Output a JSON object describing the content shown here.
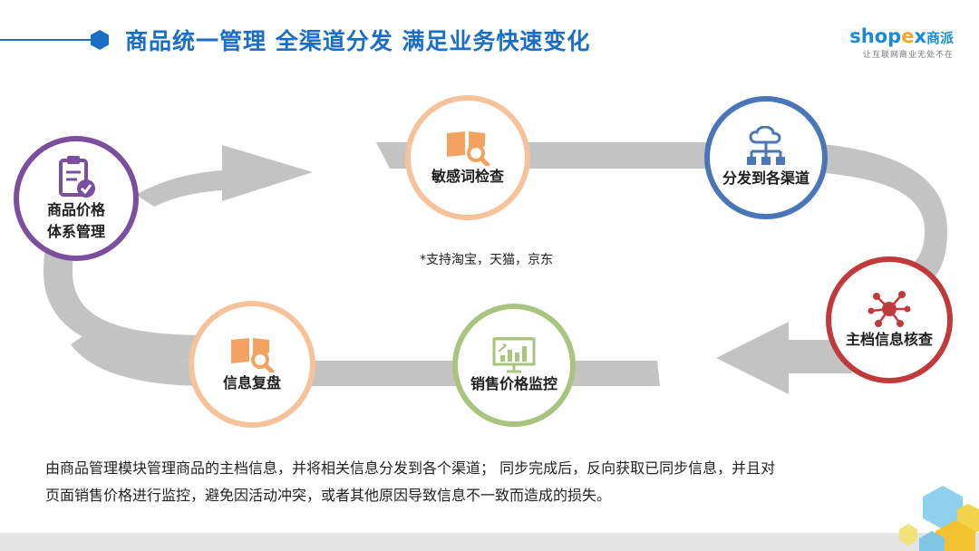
{
  "header": {
    "title": "商品统一管理 全渠道分发 满足业务快速变化"
  },
  "logo": {
    "brand_prefix": "shop",
    "brand_x": "e",
    "brand_suffix": "x",
    "brand_cn": "商派",
    "tagline": "让互联网商业无处不在"
  },
  "nodes": {
    "price_system": {
      "label_line1": "商品价格",
      "label_line2": "体系管理",
      "color": "#7b4f9d",
      "icon": "clipboard-check-icon"
    },
    "sensitive_check": {
      "label": "敏感词检查",
      "color": "#f5c29a",
      "icon": "book-magnifier-icon"
    },
    "distribute": {
      "label": "分发到各渠道",
      "color": "#4a76b8",
      "icon": "cloud-network-icon"
    },
    "master_check": {
      "label": "主档信息核查",
      "color": "#c0393b",
      "icon": "hub-network-icon"
    },
    "price_monitor": {
      "label": "销售价格监控",
      "color": "#a9c47f",
      "icon": "chart-board-icon"
    },
    "info_review": {
      "label": "信息复盘",
      "color": "#f5c29a",
      "icon": "book-magnifier-icon"
    }
  },
  "note": "*支持淘宝，天猫，京东",
  "description": {
    "line1": "由商品管理模块管理商品的主档信息，并将相关信息分发到各个渠道；  同步完成后，反向获取已同步信息，并且对",
    "line2": "页面销售价格进行监控，避免因活动冲突，或者其他原因导致信息不一致而造成的损失。"
  },
  "colors": {
    "title_blue": "#1a6fc4",
    "flow_gray": "#c3c3c3",
    "icon_orange": "#f3a35f"
  }
}
